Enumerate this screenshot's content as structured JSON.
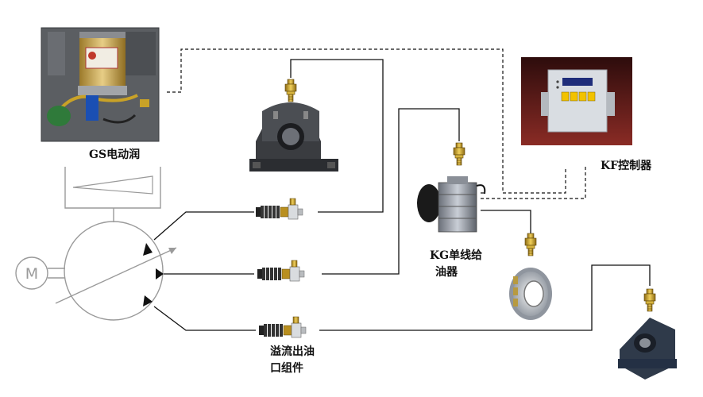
{
  "labels": {
    "pump": "GS电动润",
    "controller": "KF控制器",
    "distributor_line1": "KG单线给",
    "distributor_line2": "油器",
    "overflow_line1": "溢流出油",
    "overflow_line2": "口组件",
    "motor_symbol": "M"
  },
  "colors": {
    "line": "#111111",
    "symbol_line": "#9a9a9a",
    "fitting_brass": "#c9a227",
    "controller_panel": "#d9dde2",
    "controller_keys": "#f2c200",
    "controller_display": "#1f2d7a",
    "controller_bg": "#7a1f1f",
    "cabinet_bg": "#5b5e62",
    "pump_body": "#d7b766",
    "bearing_metal": "#555b66"
  },
  "icons": {
    "pump_photo": "lubrication-pump-photo",
    "controller_photo": "controller-photo",
    "distributor_photo": "distributor-photo",
    "bearing_photo": "roller-bearing-photo",
    "plummer_block": "plummer-block-photo",
    "pillow_block": "pillow-block-photo",
    "fitting": "grease-fitting-icon",
    "spring_valve": "spring-valve-icon"
  }
}
